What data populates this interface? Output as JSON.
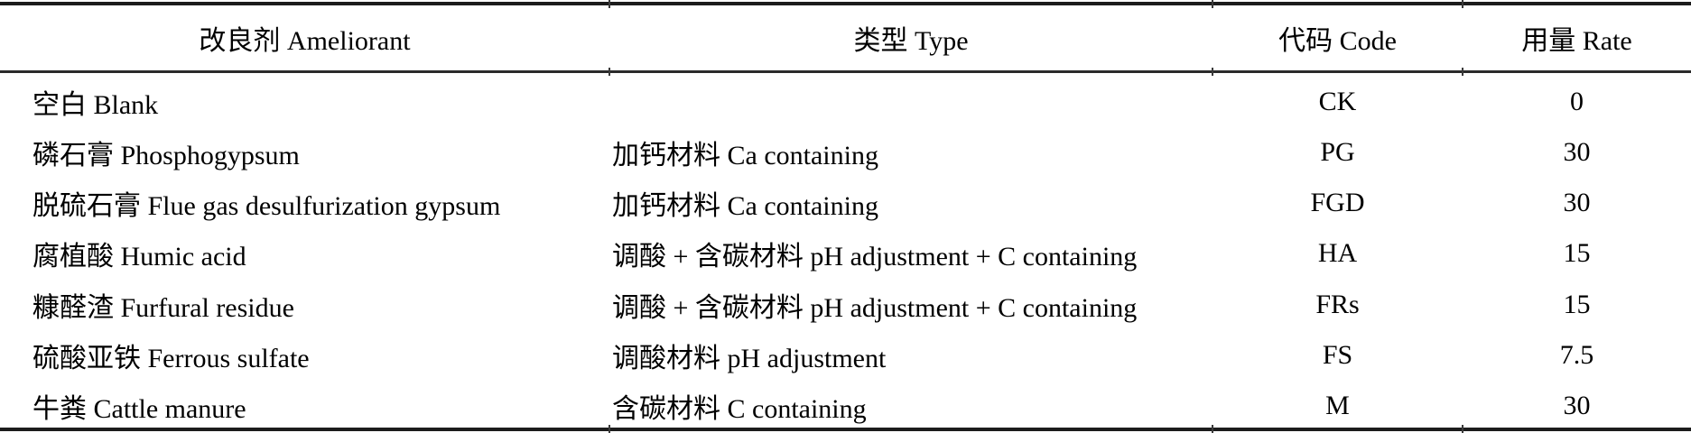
{
  "document": {
    "kind": "academic-paper-table",
    "language": "zh-en-bilingual"
  },
  "colors": {
    "background": "#ffffff",
    "text": "#000000",
    "rule": "#1c1c1c"
  },
  "table": {
    "columns": [
      {
        "key": "ameliorant",
        "label": "改良剂 Ameliorant"
      },
      {
        "key": "type",
        "label": "类型 Type"
      },
      {
        "key": "code",
        "label": "代码 Code"
      },
      {
        "key": "rate",
        "label": "用量 Rate"
      }
    ],
    "rows": [
      {
        "ameliorant": "空白 Blank",
        "type": "",
        "code": "CK",
        "rate": "0"
      },
      {
        "ameliorant": "磷石膏 Phosphogypsum",
        "type": "加钙材料 Ca containing",
        "code": "PG",
        "rate": "30"
      },
      {
        "ameliorant": "脱硫石膏 Flue gas desulfurization gypsum",
        "type": "加钙材料 Ca containing",
        "code": "FGD",
        "rate": "30"
      },
      {
        "ameliorant": "腐植酸 Humic acid",
        "type": "调酸 + 含碳材料 pH adjustment + C containing",
        "code": "HA",
        "rate": "15"
      },
      {
        "ameliorant": "糠醛渣 Furfural residue",
        "type": "调酸 + 含碳材料 pH adjustment + C containing",
        "code": "FRs",
        "rate": "15"
      },
      {
        "ameliorant": "硫酸亚铁 Ferrous sulfate",
        "type": "调酸材料 pH adjustment",
        "code": "FS",
        "rate": "7.5"
      },
      {
        "ameliorant": "牛粪 Cattle manure",
        "type": "含碳材料 C containing",
        "code": "M",
        "rate": "30"
      }
    ]
  }
}
